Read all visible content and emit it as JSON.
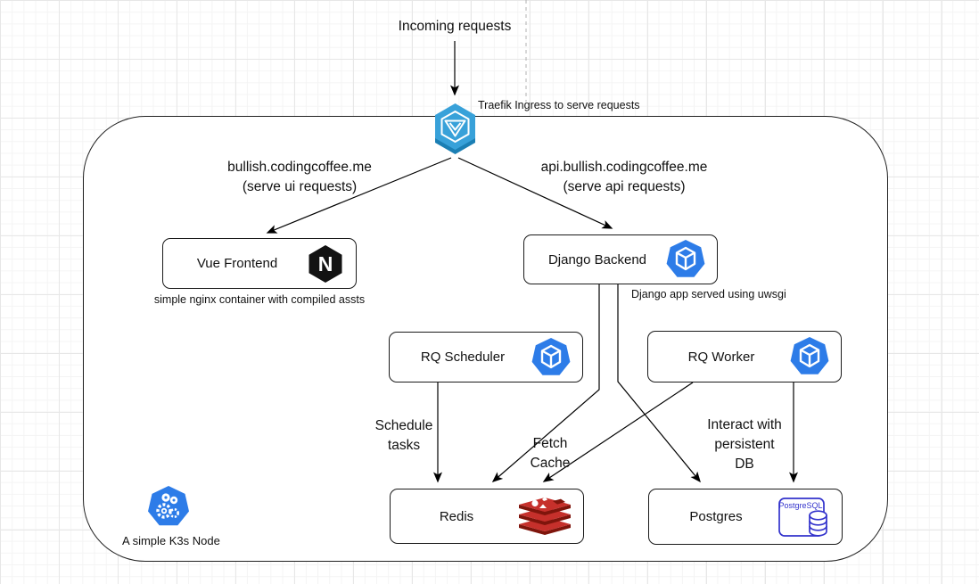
{
  "flow": {
    "incoming_label": "Incoming requests",
    "traefik_note": "Traefik Ingress to serve requests"
  },
  "routes": {
    "ui": {
      "domain": "bullish.codingcoffee.me",
      "note": "(serve ui requests)"
    },
    "api": {
      "domain": "api.bullish.codingcoffee.me",
      "note": "(serve api requests)"
    }
  },
  "nodes": {
    "vue": {
      "label": "Vue Frontend",
      "icon": "nginx-icon",
      "note": "simple nginx container with compiled assts"
    },
    "django": {
      "label": "Django Backend",
      "icon": "pod-icon",
      "note": "Django app served using uwsgi"
    },
    "rq_scheduler": {
      "label": "RQ Scheduler",
      "icon": "pod-icon"
    },
    "rq_worker": {
      "label": "RQ Worker",
      "icon": "pod-icon"
    },
    "redis": {
      "label": "Redis",
      "icon": "redis-icon"
    },
    "postgres": {
      "label": "Postgres",
      "icon": "postgresql-icon"
    }
  },
  "edges": {
    "schedule_tasks": {
      "lines": [
        "Schedule",
        "tasks"
      ]
    },
    "fetch_cache": {
      "lines": [
        "Fetch",
        "Cache"
      ]
    },
    "persistent_db": {
      "lines": [
        "Interact with",
        "persistent",
        "DB"
      ]
    }
  },
  "k3s": {
    "note": "A simple K3s Node"
  },
  "icon_text": {
    "postgresql": "PostgreSQL"
  },
  "colors": {
    "pod_blue": "#2D7CE8",
    "traefik_blue": "#38A1D9",
    "traefik_dark": "#1B7FB4",
    "redis_red": "#C6302B",
    "redis_dark": "#7F150C",
    "postgres_blue": "#3333CC",
    "nginx_black": "#121212",
    "line": "#000000"
  }
}
